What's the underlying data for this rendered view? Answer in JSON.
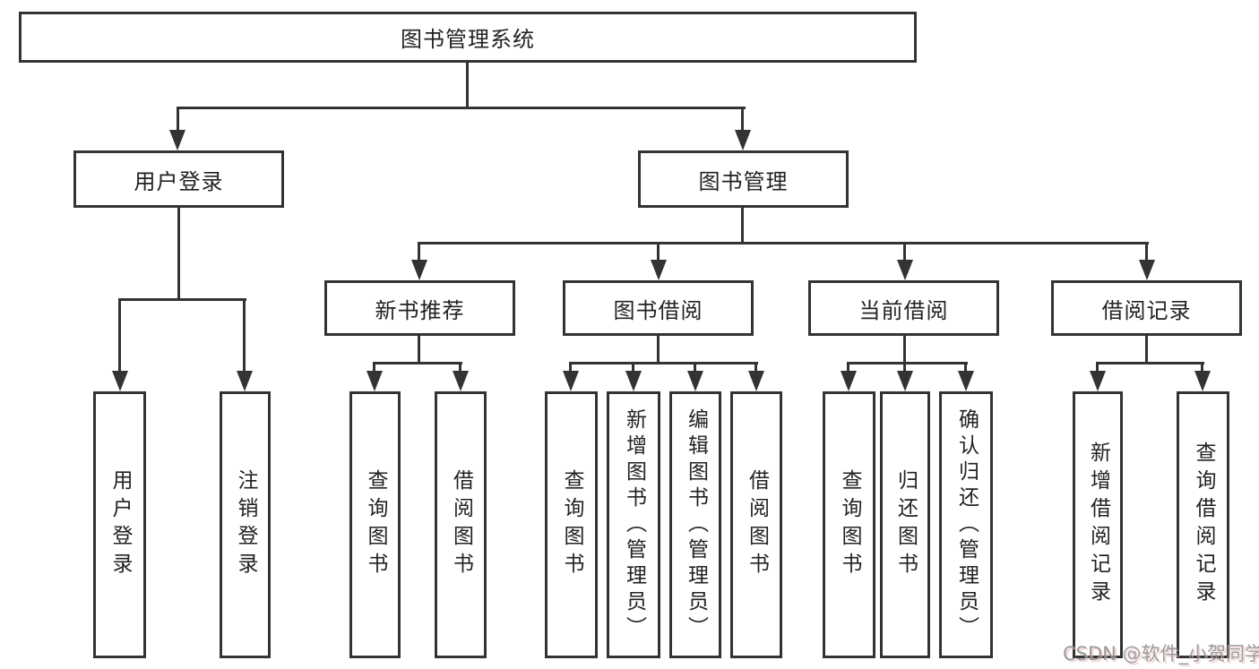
{
  "root": {
    "label": "图书管理系统"
  },
  "branches": {
    "user_login": {
      "label": "用户登录",
      "children": [
        {
          "label": "用户登录"
        },
        {
          "label": "注销登录"
        }
      ]
    },
    "book_mgmt": {
      "label": "图书管理",
      "sections": [
        {
          "label": "新书推荐",
          "children": [
            {
              "label": "查询图书"
            },
            {
              "label": "借阅图书"
            }
          ]
        },
        {
          "label": "图书借阅",
          "children": [
            {
              "label": "查询图书"
            },
            {
              "label": "新增图书（管理员）"
            },
            {
              "label": "编辑图书（管理员）"
            },
            {
              "label": "借阅图书"
            }
          ]
        },
        {
          "label": "当前借阅",
          "children": [
            {
              "label": "查询图书"
            },
            {
              "label": "归还图书"
            },
            {
              "label": "确认归还（管理员）"
            }
          ]
        },
        {
          "label": "借阅记录",
          "children": [
            {
              "label": "新增借阅记录"
            },
            {
              "label": "查询借阅记录"
            }
          ]
        }
      ]
    }
  },
  "watermark": "CSDN @软件_小贺同学",
  "colors": {
    "line": "#333333",
    "text": "#222222",
    "background": "#ffffff",
    "watermark": "#949494",
    "watermark_shadow": "#e8b0b0"
  }
}
